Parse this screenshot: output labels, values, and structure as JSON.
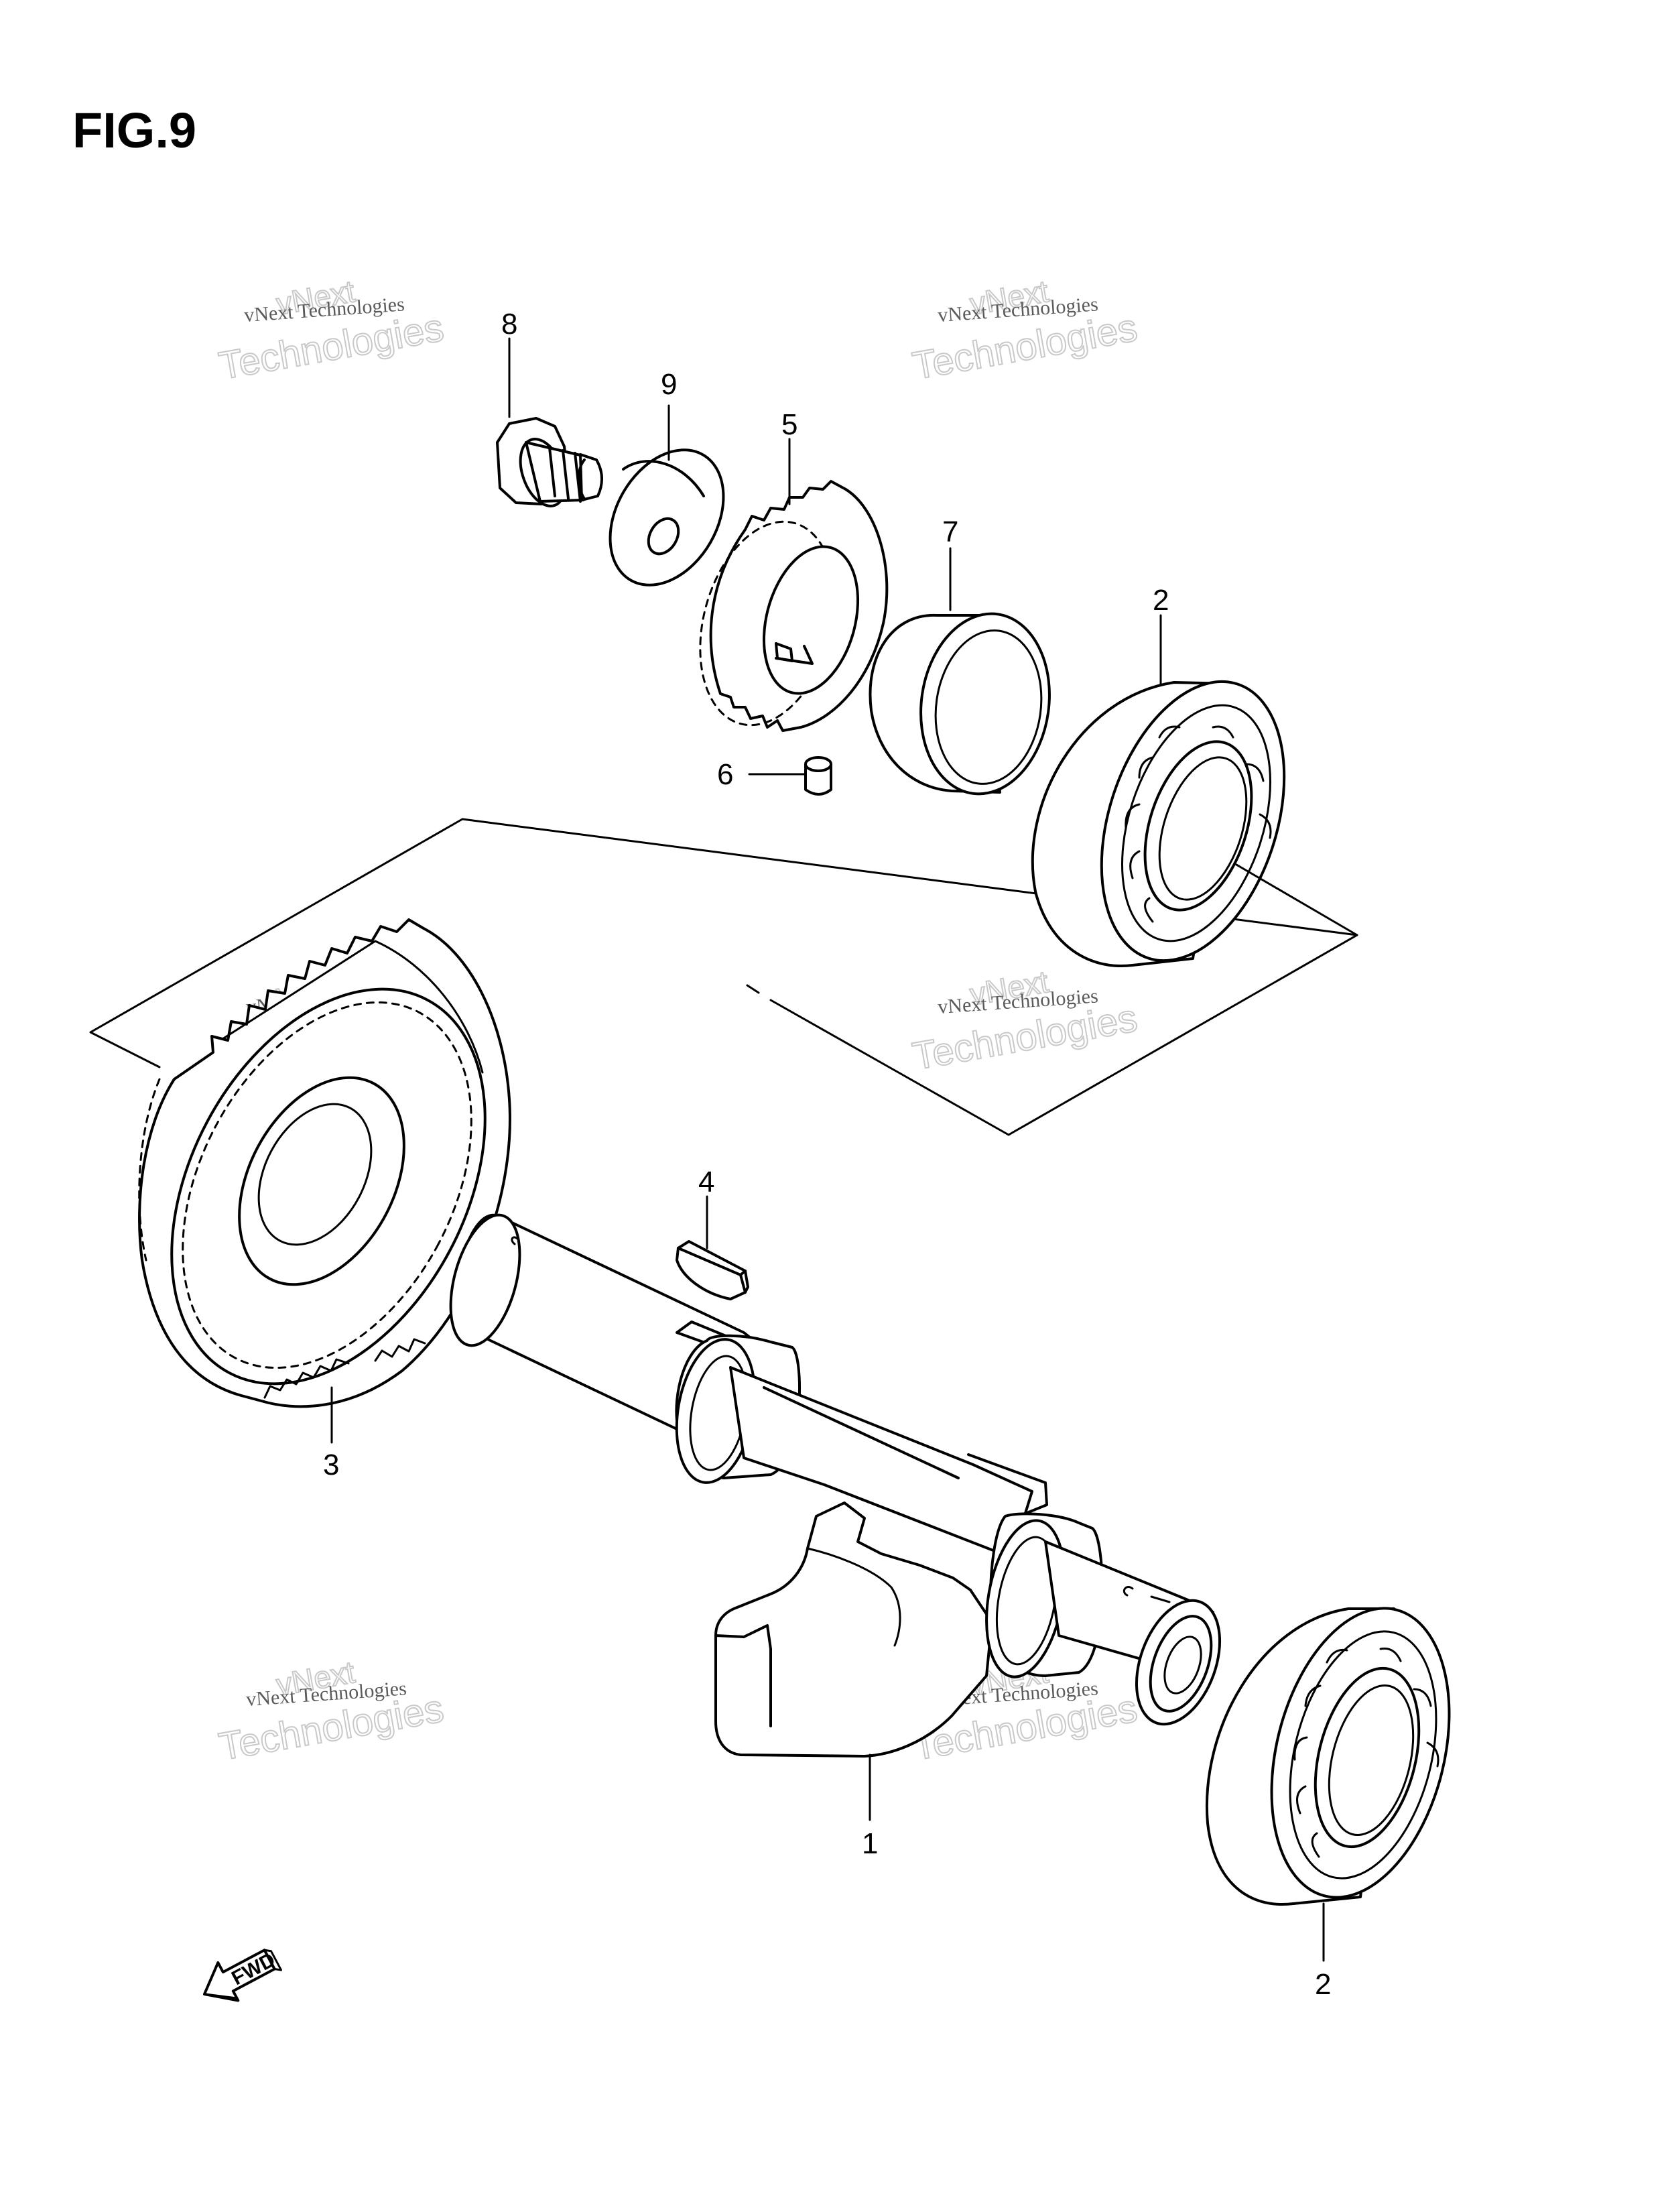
{
  "figure": {
    "title": "FIG.9"
  },
  "callouts": [
    {
      "id": "callout-8",
      "label": "8"
    },
    {
      "id": "callout-9",
      "label": "9"
    },
    {
      "id": "callout-5",
      "label": "5"
    },
    {
      "id": "callout-7",
      "label": "7"
    },
    {
      "id": "callout-2-top",
      "label": "2"
    },
    {
      "id": "callout-6",
      "label": "6"
    },
    {
      "id": "callout-4",
      "label": "4"
    },
    {
      "id": "callout-3",
      "label": "3"
    },
    {
      "id": "callout-1",
      "label": "1"
    },
    {
      "id": "callout-2-bottom",
      "label": "2"
    }
  ],
  "direction_marker": {
    "label": "FWD",
    "icon": "fwd-arrow-icon"
  },
  "watermark": {
    "line1": "vNext Technologies",
    "line2": "vNext",
    "line3": "Technologies",
    "color": "#c9c9c9"
  },
  "colors": {
    "ink": "#000000",
    "paper": "#ffffff"
  }
}
